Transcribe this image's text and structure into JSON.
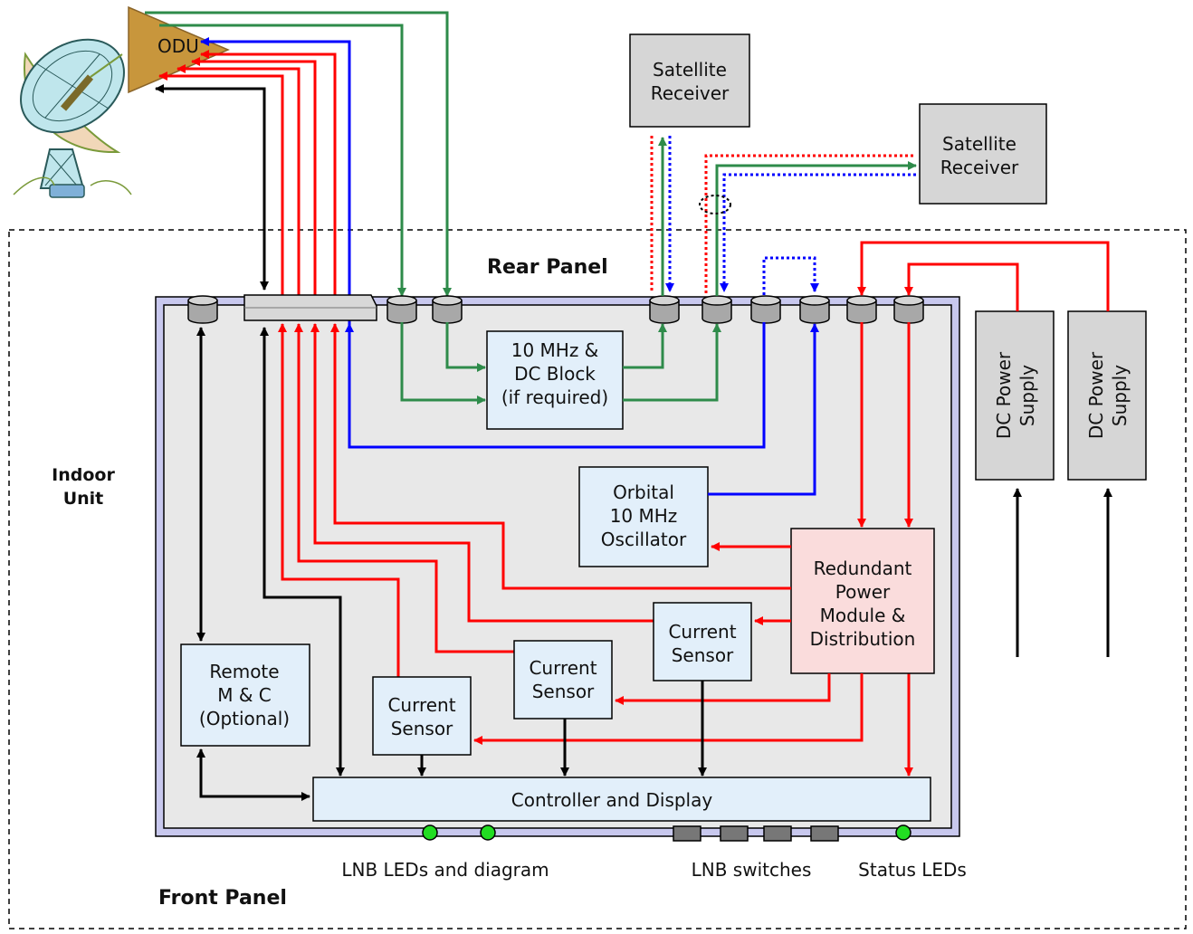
{
  "titles": {
    "rear_panel": "Rear Panel",
    "front_panel": "Front Panel",
    "indoor_unit": [
      "Indoor",
      "Unit"
    ]
  },
  "odu": {
    "label": "ODU"
  },
  "receivers": [
    {
      "lines": [
        "Satellite",
        "Receiver"
      ]
    },
    {
      "lines": [
        "Satellite",
        "Receiver"
      ]
    }
  ],
  "power_supplies": [
    {
      "lines": [
        "DC Power",
        "Supply"
      ]
    },
    {
      "lines": [
        "DC Power",
        "Supply"
      ]
    }
  ],
  "blocks": {
    "dc_block": [
      "10 MHz &",
      "DC Block",
      "(if required)"
    ],
    "oscillator": [
      "Orbital",
      "10 MHz",
      "Oscillator"
    ],
    "power_module": [
      "Redundant",
      "Power",
      "Module &",
      "Distribution"
    ],
    "remote_mc": [
      "Remote",
      "M & C",
      "(Optional)"
    ],
    "current_sensor": [
      "Current",
      "Sensor"
    ],
    "controller": "Controller and Display"
  },
  "front_labels": {
    "lnb_leds": "LNB LEDs and diagram",
    "lnb_switches": "LNB switches",
    "status_leds": "Status LEDs"
  },
  "colors": {
    "red": "#ff0000",
    "green": "#2e8b4a",
    "blue": "#0000ff",
    "black": "#000000",
    "odu": "#c8963c",
    "panel_outer": "#c8c8ee",
    "panel_inner": "#e8e8e8",
    "block_fill": "#e2effa",
    "power_fill": "#fadcdc",
    "grey_box": "#d6d6d6",
    "led": "#22dd22"
  }
}
